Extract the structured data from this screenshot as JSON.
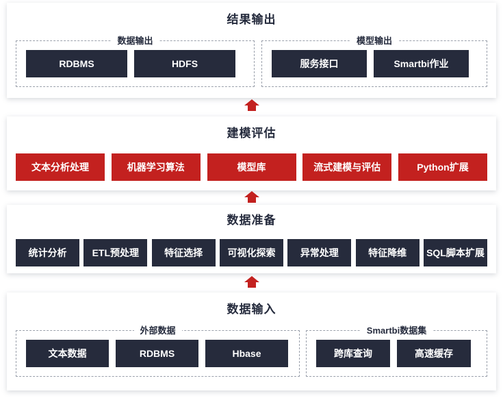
{
  "diagram": {
    "title_color": "#252b3d",
    "accent_color": "#c3211f",
    "dark_color": "#262b3c",
    "arrow_icon": "up-arrow-icon"
  },
  "stages": {
    "output": {
      "title": "结果输出",
      "groups": [
        {
          "label": "数据输出",
          "items": [
            "RDBMS",
            "HDFS"
          ]
        },
        {
          "label": "模型输出",
          "items": [
            "服务接口",
            "Smartbi作业"
          ]
        }
      ]
    },
    "modeling": {
      "title": "建模评估",
      "items": [
        "文本分析处理",
        "机器学习算法",
        "模型库",
        "流式建模与评估",
        "Python扩展"
      ]
    },
    "preparation": {
      "title": "数据准备",
      "items": [
        "统计分析",
        "ETL预处理",
        "特征选择",
        "可视化探索",
        "异常处理",
        "特征降维",
        "SQL脚本扩展"
      ]
    },
    "input": {
      "title": "数据输入",
      "groups": [
        {
          "label": "外部数据",
          "items": [
            "文本数据",
            "RDBMS",
            "Hbase"
          ]
        },
        {
          "label": "Smartbi数据集",
          "items": [
            "跨库查询",
            "高速缓存"
          ]
        }
      ]
    }
  }
}
